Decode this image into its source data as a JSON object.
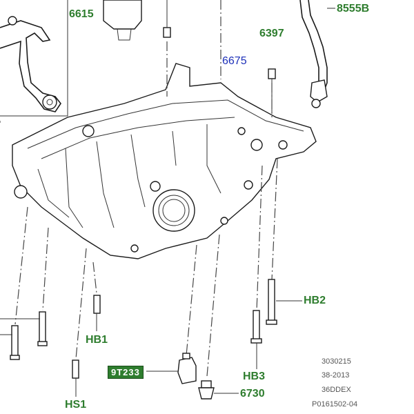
{
  "callouts": {
    "c6615": "6615",
    "c8555B": "8555B",
    "c6397": "6397",
    "c6675": "6675",
    "cHB2": "HB2",
    "cHB1": "HB1",
    "c9T233": "9T233",
    "cHB3": "HB3",
    "c6730": "6730",
    "cHS1": "HS1"
  },
  "reference": {
    "line1": "3030215",
    "line2": "38-2013",
    "line3": "36DDEX",
    "line4": "P0161502-04"
  },
  "colors": {
    "label_green": "#2e7d2e",
    "label_blue": "#1c2fb8",
    "line": "#1a1a1a"
  }
}
